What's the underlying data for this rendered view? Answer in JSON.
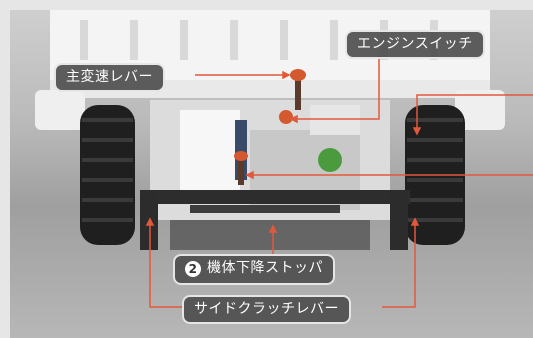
{
  "labels": {
    "main_shift": "主変速レバー",
    "engine_switch": "エンジンスイッチ",
    "body_lower_stopper_num": "2",
    "body_lower_stopper": "機体下降ストッパ",
    "side_clutch": "サイドクラッチレバー"
  },
  "colors": {
    "leader_line": "#e2583a",
    "label_bg": "#4e4e4e",
    "label_text": "#ffffff"
  }
}
